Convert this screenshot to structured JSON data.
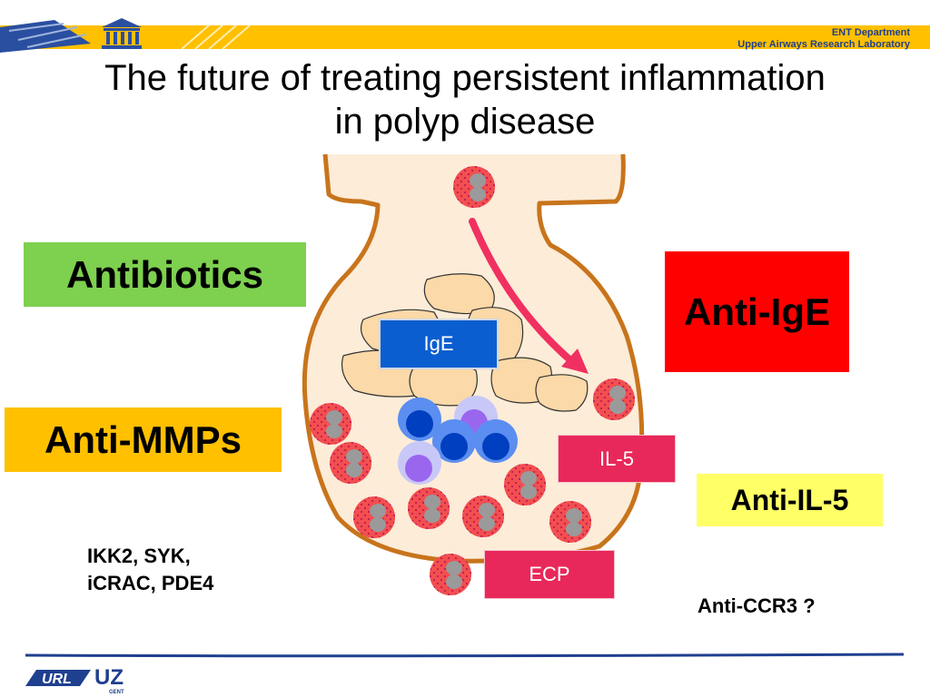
{
  "header": {
    "dept_line1": "ENT Department",
    "dept_line2": "Upper Airways Research Laboratory",
    "accent_yellow": "#ffc000",
    "accent_blue": "#1f3f8f"
  },
  "title": {
    "line1": "The future of treating persistent inflammation",
    "line2": "in polyp disease"
  },
  "treatments": {
    "antibiotics": "Antibiotics",
    "anti_ige": "Anti-IgE",
    "anti_mmps": "Anti-MMPs",
    "anti_il5": "Anti-IL-5",
    "small_molecules_line1": "IKK2, SYK,",
    "small_molecules_line2": "iCRAC, PDE4",
    "anti_ccr3": "Anti-CCR3 ?"
  },
  "mediators": {
    "ige": "IgE",
    "il5": "IL-5",
    "ecp": "ECP"
  },
  "colors": {
    "green": "#7ed04f",
    "red": "#ff0000",
    "orange": "#ffc000",
    "yellow": "#ffff66",
    "mediator_blue": "#0b5ed0",
    "mediator_pink": "#e8285a",
    "polyp_outline": "#c8741c",
    "polyp_fill": "#fcecd8"
  },
  "logos": {
    "left": "URL",
    "right": "UZ",
    "right_sub": "GENT"
  }
}
